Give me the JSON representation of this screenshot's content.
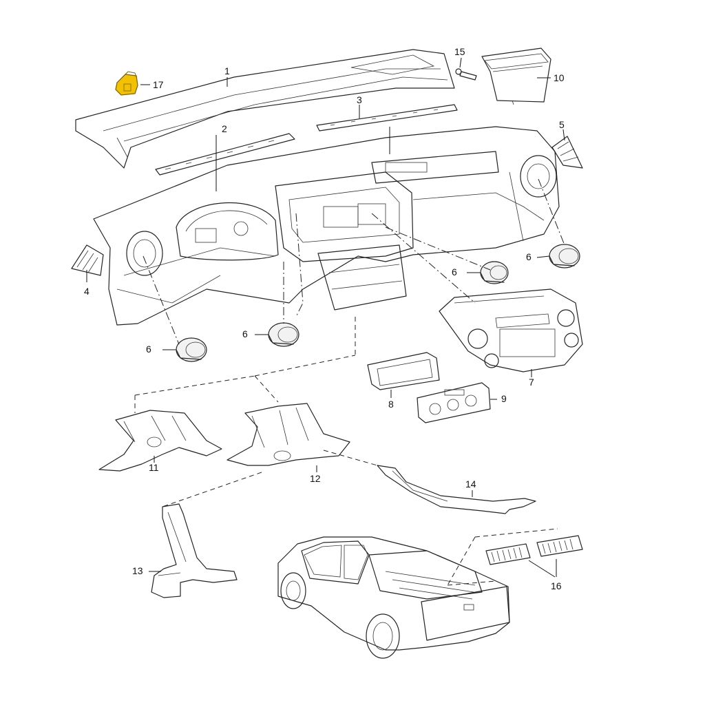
{
  "highlight_color": "#f2c200",
  "callouts": [
    {
      "id": "c1",
      "text": "1"
    },
    {
      "id": "c2",
      "text": "2"
    },
    {
      "id": "c3",
      "text": "3"
    },
    {
      "id": "c4",
      "text": "4"
    },
    {
      "id": "c5",
      "text": "5"
    },
    {
      "id": "c6a",
      "text": "6"
    },
    {
      "id": "c6b",
      "text": "6"
    },
    {
      "id": "c6c",
      "text": "6"
    },
    {
      "id": "c6d",
      "text": "6"
    },
    {
      "id": "c7",
      "text": "7"
    },
    {
      "id": "c8",
      "text": "8"
    },
    {
      "id": "c9",
      "text": "9"
    },
    {
      "id": "c10",
      "text": "10"
    },
    {
      "id": "c11",
      "text": "11"
    },
    {
      "id": "c12",
      "text": "12"
    },
    {
      "id": "c13",
      "text": "13"
    },
    {
      "id": "c14",
      "text": "14"
    },
    {
      "id": "c15",
      "text": "15"
    },
    {
      "id": "c16",
      "text": "16"
    },
    {
      "id": "c17",
      "text": "17"
    }
  ]
}
